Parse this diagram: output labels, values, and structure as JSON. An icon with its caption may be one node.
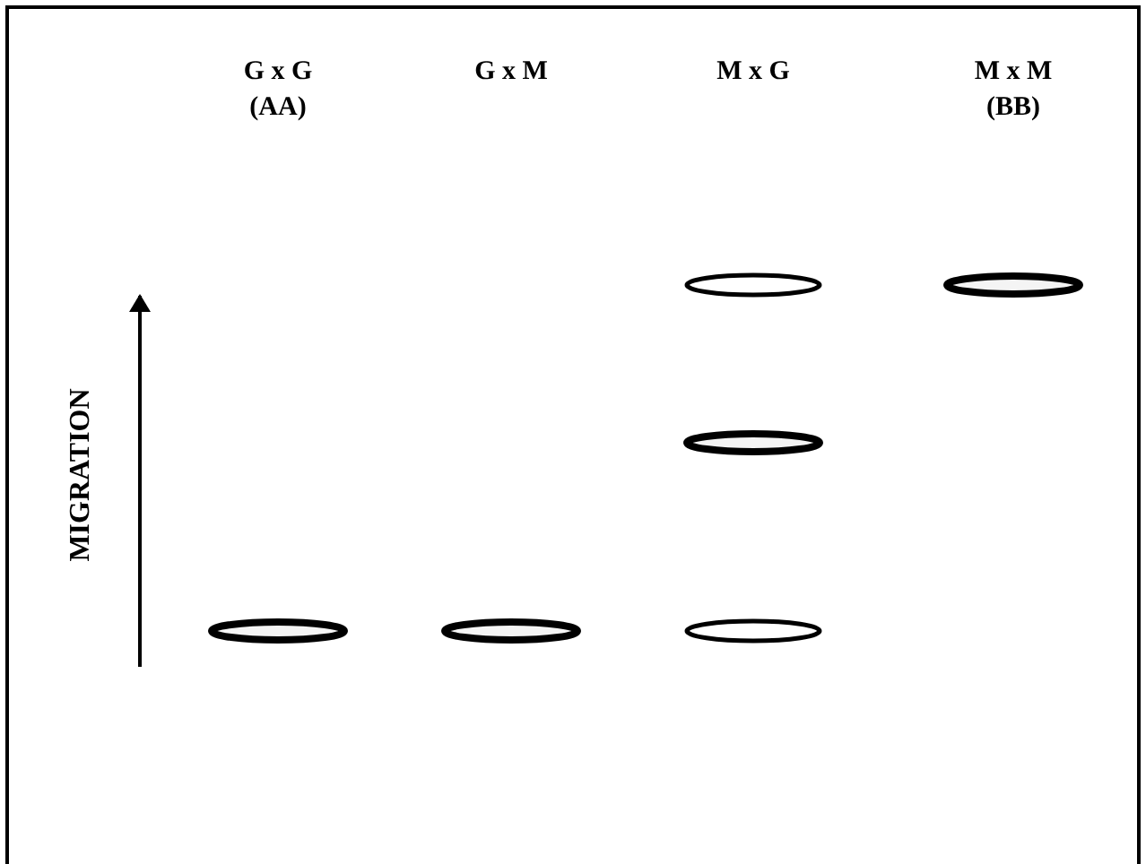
{
  "diagram": {
    "labels": [
      "G x G (AA)",
      "G x M",
      "M x G",
      "M x M (BB)",
      "MIGRATION"
    ]
  }
}
